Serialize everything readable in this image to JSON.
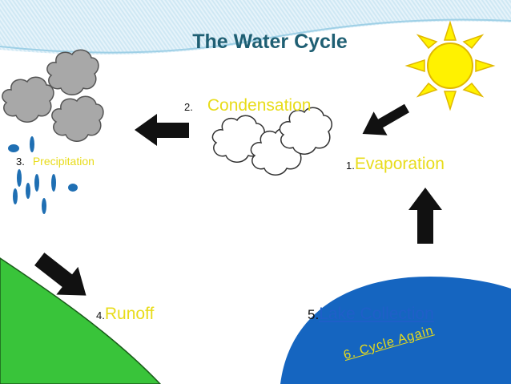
{
  "title": "The Water Cycle",
  "steps": {
    "evaporation": {
      "number": "1.",
      "label": "Evaporation"
    },
    "condensation": {
      "number": "2.",
      "label": "Condensation"
    },
    "precipitation": {
      "number": "3.",
      "label": "Precipitation"
    },
    "runoff": {
      "number": "4.",
      "label": "Runoff"
    },
    "lake": {
      "number": "5.",
      "label": "Lake Collection"
    },
    "cycle_again": "6. Cycle Again"
  },
  "colors": {
    "title": "#1f5f73",
    "accent_label": "#e8dc1a",
    "lake_label": "#1f5fc8",
    "sky_stripe": "#cfe9f4",
    "lake_water": "#1565c0",
    "hill": "#39c43a",
    "sun": "#fff200",
    "cloud_gray": "#a8a8a8",
    "raindrop": "#1f6fb3",
    "arrow": "#111111"
  },
  "icons": [
    "sun-icon",
    "cloud-icon",
    "raindrop-icon",
    "arrow-icon"
  ]
}
